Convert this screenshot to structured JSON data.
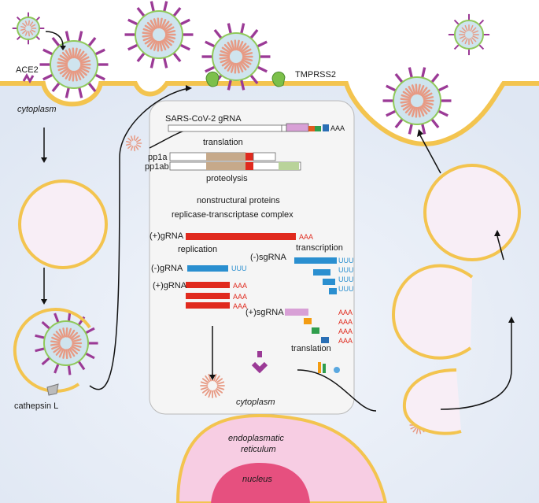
{
  "labels": {
    "ace2": "ACE2",
    "tmprss2": "TMPRSS2",
    "cytoplasm_left": "cytoplasm",
    "cathepsin": "cathepsin L",
    "genome": "SARS-CoV-2 gRNA",
    "poly_a": "AAA",
    "translation1": "translation",
    "pp1a": "pp1a",
    "pp1ab": "pp1ab",
    "proteolysis": "proteolysis",
    "nsp": "nonstructural proteins",
    "rtc": "replicase-transcriptase complex",
    "pos_grna": "(+)gRNA",
    "replication": "replication",
    "transcription": "transcription",
    "neg_grna": "(-)gRNA",
    "neg_sgrna": "(-)sgRNA",
    "pos_grna2": "(+)gRNA",
    "pos_sgrna": "(+)sgRNA",
    "uuu": "UUU",
    "translation2": "translation",
    "cytoplasm_box": "cytoplasm",
    "er_line1": "endoplasmatic",
    "er_line2": "reticulum",
    "nucleus": "nucleus"
  },
  "colors": {
    "membrane": "#f3c44f",
    "cell_interior": "#e9eef7",
    "spike": "#9b3a96",
    "capsid": "#e79a84",
    "rna_positive": "#e02a1e",
    "rna_negative": "#2a8fd0",
    "er": "#f7cde3",
    "nucleus": "#e6507f",
    "tmprss2": "#7cc04a"
  }
}
